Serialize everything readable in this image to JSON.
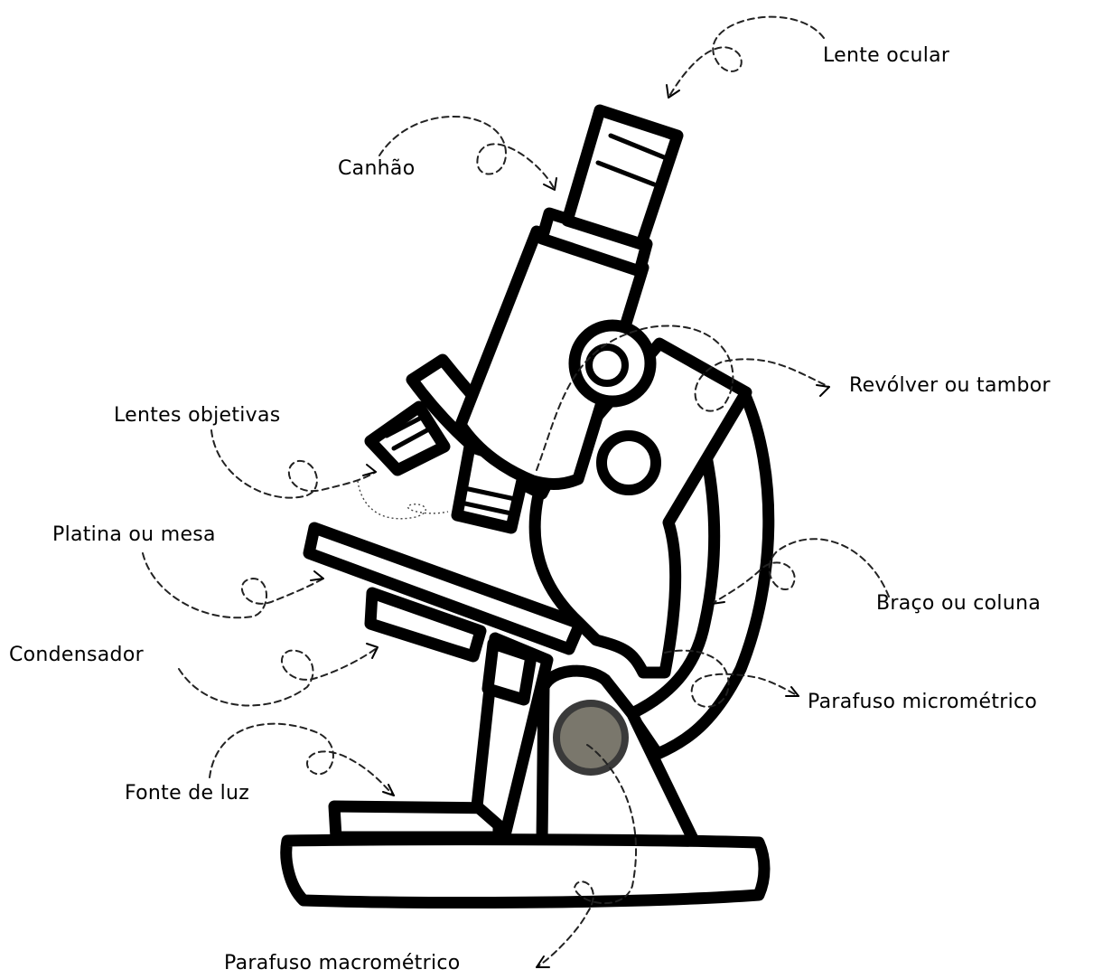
{
  "labels": {
    "lente_ocular": "Lente ocular",
    "canhao": "Canhão",
    "revolver": "Revólver ou tambor",
    "lentes_objetivas": "Lentes objetivas",
    "platina": "Platina ou mesa",
    "braco": "Braço ou coluna",
    "condensador": "Condensador",
    "micrometrico": "Parafuso micrométrico",
    "fonte_luz": "Fonte de luz",
    "macrometrico": "Parafuso macrométrico"
  },
  "colors": {
    "ink": "#000000",
    "knob": "#7a776c"
  }
}
